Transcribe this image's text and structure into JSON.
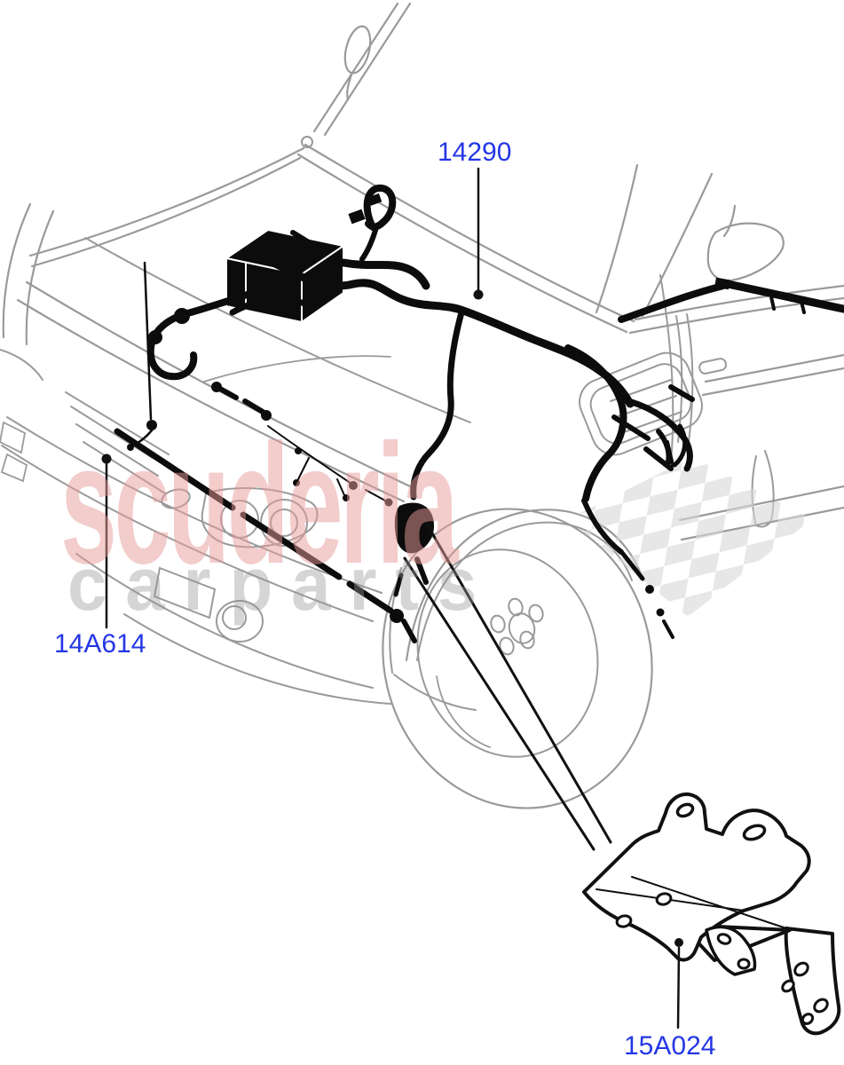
{
  "diagram": {
    "description": "Engine compartment wiring harness illustration, front three-quarter view of SUV with bracket detail",
    "part_labels": [
      {
        "id": "14290",
        "text": "14290"
      },
      {
        "id": "14A614",
        "text": "14A614"
      },
      {
        "id": "15A024",
        "text": "15A024"
      }
    ]
  },
  "watermark": {
    "brand": "scuderia",
    "tagline": "carparts"
  },
  "colors": {
    "label_blue": "#2437e6",
    "watermark_pink": "#e79999",
    "watermark_gray": "#969696",
    "flag_gray": "#d7d7d7",
    "body_line_gray": "#9a9a9a",
    "harness_black": "#0c0c0c",
    "background": "#ffffff"
  }
}
